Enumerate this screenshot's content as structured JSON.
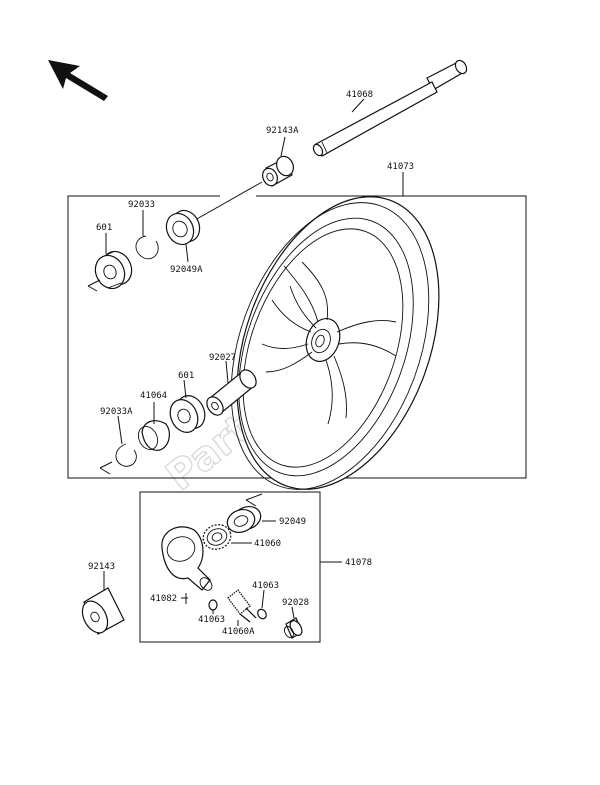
{
  "labels": {
    "axle": "41068",
    "collar_a": "92143A",
    "wheel_assy": "41073",
    "circlip": "92033",
    "bearing_l": "601",
    "seal_a": "92049A",
    "spacer": "92027",
    "bearing_r": "601",
    "cover": "41064",
    "circlip_a": "92033A",
    "seal": "92049",
    "gear": "41060",
    "gearbox_assy": "41078",
    "collar": "92143",
    "pin": "41082",
    "washer_l": "41063",
    "washer_r": "41063",
    "bushing": "92028",
    "pinion": "41060A"
  },
  "watermark": "PartsRepublik",
  "icons": {
    "direction_arrow": "arrow-up-left-icon"
  }
}
